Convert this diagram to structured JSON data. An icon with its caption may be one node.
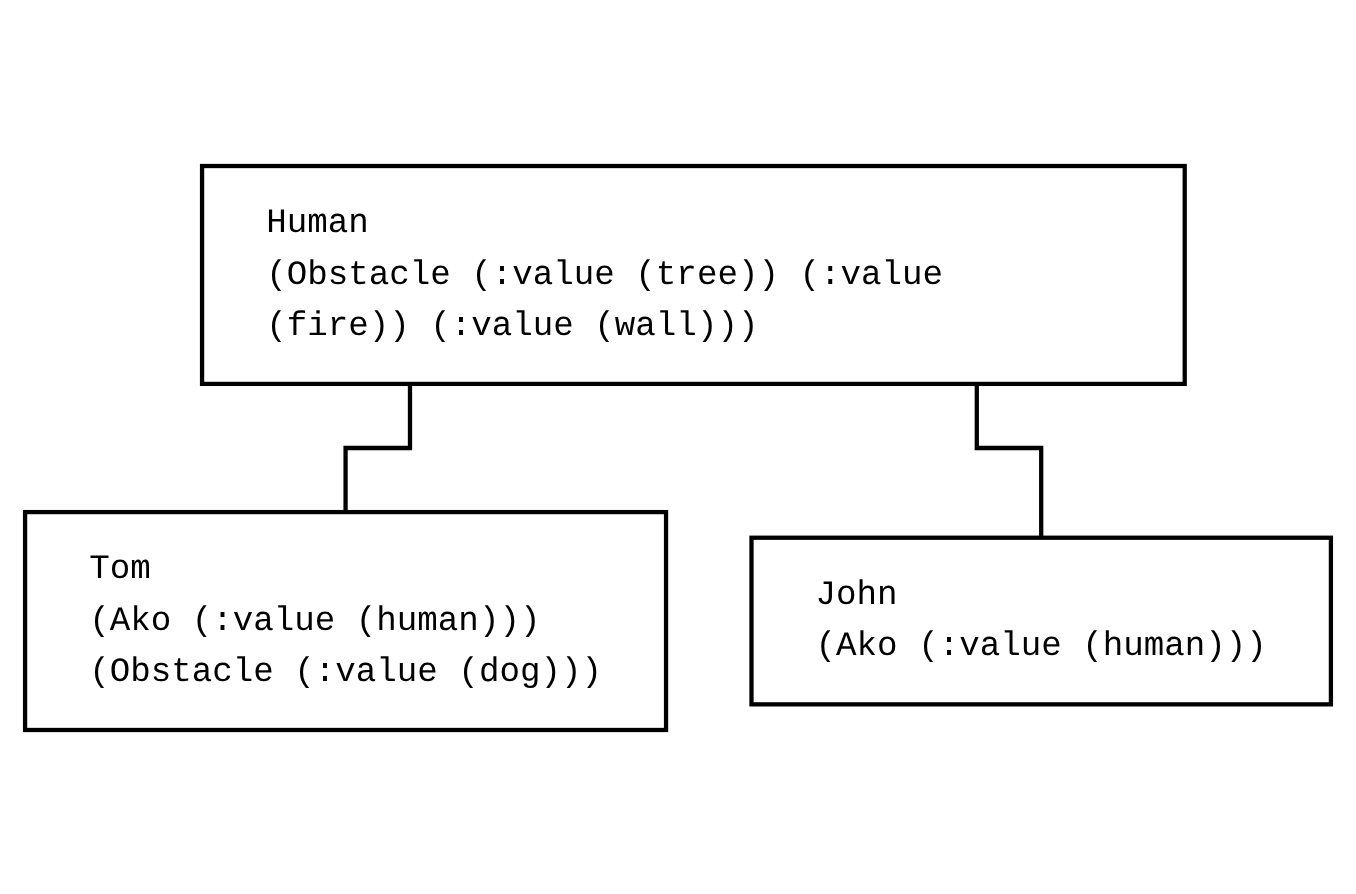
{
  "diagram": {
    "nodes": [
      {
        "text": [
          "Human",
          "(Obstacle (:value (tree)) (:value (fire)) (:value (wall)))"
        ]
      },
      {
        "text": [
          "Tom",
          "(Ako (:value (human)))",
          "(Obstacle (:value (dog)))"
        ]
      },
      {
        "text": [
          "John",
          "(Ako (:value (human)))"
        ]
      }
    ],
    "edges": [
      {
        "from": 0,
        "to": 1,
        "arrow": "none"
      },
      {
        "from": 0,
        "to": 2,
        "arrow": "none"
      }
    ]
  }
}
